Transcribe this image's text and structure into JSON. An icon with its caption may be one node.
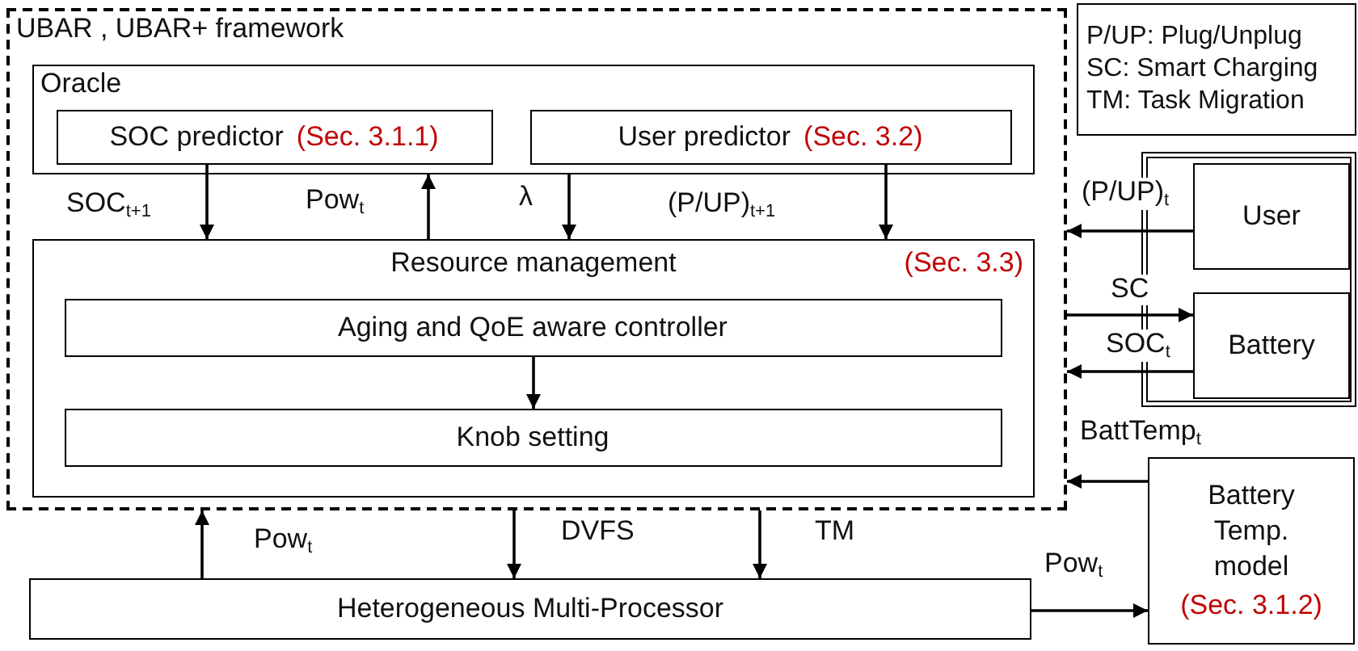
{
  "diagram": {
    "nodes": [
      {
        "text": [
          "UBAR , UBAR+ framework"
        ]
      },
      {
        "text": [
          "Oracle"
        ],
        "in": 0
      },
      {
        "text": [
          "SOC predictor",
          "(Sec. 3.1.1)"
        ],
        "in": 1
      },
      {
        "text": [
          "User predictor",
          "(Sec. 3.2)"
        ],
        "in": 1
      },
      {
        "text": [
          "Resource management",
          "(Sec. 3.3)"
        ],
        "in": 0
      },
      {
        "text": [
          "Aging and QoE aware controller"
        ],
        "in": 4
      },
      {
        "text": [
          "Knob setting"
        ],
        "in": 4
      },
      {
        "text": [],
        "shape": "box"
      },
      {
        "text": [
          "User"
        ],
        "in": 7
      },
      {
        "text": [
          "Battery"
        ],
        "in": 7
      },
      {
        "text": [
          "Battery Temp. model",
          "(Sec. 3.1.2)"
        ]
      },
      {
        "text": [
          "Heterogeneous Multi-Processor"
        ]
      },
      {
        "text": [
          "P/UP: Plug/Unplug",
          "SC: Smart Charging",
          "TM: Task Migration"
        ]
      }
    ],
    "edges": [
      {
        "from": 2,
        "to": 4,
        "arrow": "to",
        "label": "SOC$_{t+1}$"
      },
      {
        "from": 4,
        "to": 1,
        "arrow": "to",
        "label": "Pow$_{t}$"
      },
      {
        "from": 1,
        "to": 4,
        "arrow": "to",
        "label": "λ"
      },
      {
        "from": 3,
        "to": 4,
        "arrow": "to",
        "label": "(P/UP)$_{t+1}$"
      },
      {
        "from": 5,
        "to": 6,
        "arrow": "to"
      },
      {
        "from": 8,
        "to": 0,
        "arrow": "to",
        "label": "(P/UP)$_{t}$"
      },
      {
        "from": 0,
        "to": 9,
        "arrow": "to",
        "label": "SC"
      },
      {
        "from": 9,
        "to": 0,
        "arrow": "to",
        "label": "SOC$_{t}$"
      },
      {
        "from": 10,
        "to": 0,
        "arrow": "to",
        "label": "BattTemp$_{t}$"
      },
      {
        "from": 11,
        "to": 0,
        "arrow": "to",
        "label": "Pow$_{t}$"
      },
      {
        "from": 0,
        "to": 11,
        "arrow": "to",
        "label": "DVFS"
      },
      {
        "from": 0,
        "to": 11,
        "arrow": "to",
        "label": "TM"
      },
      {
        "from": 11,
        "to": 10,
        "arrow": "to",
        "label": "Pow$_{t}$"
      }
    ]
  }
}
